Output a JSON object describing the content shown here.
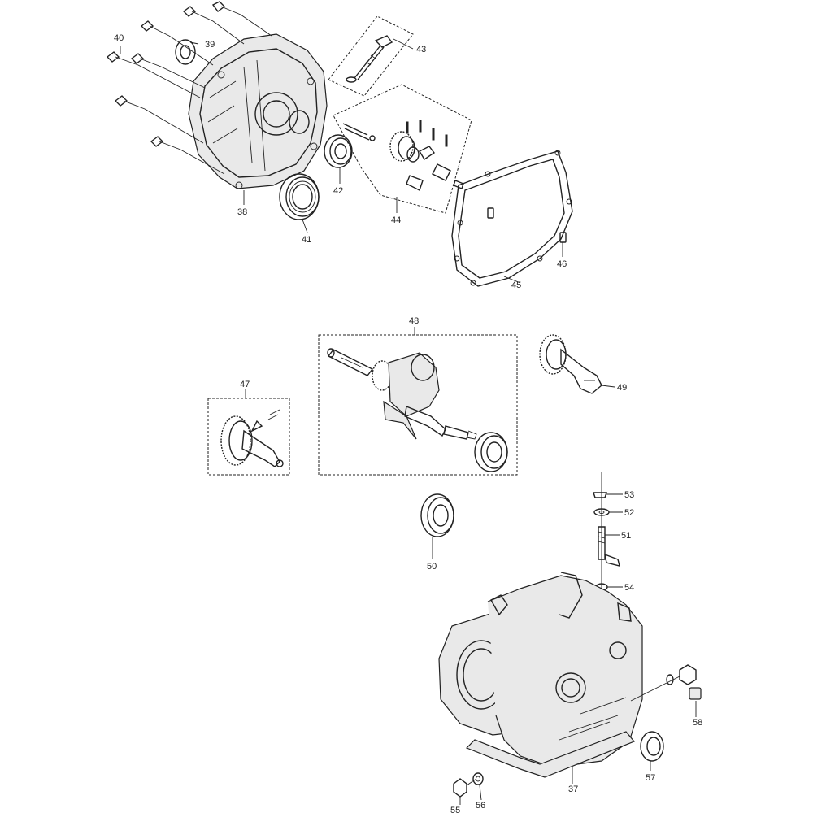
{
  "callouts": {
    "c37": "37",
    "c38": "38",
    "c39": "39",
    "c40": "40",
    "c41": "41",
    "c42": "42",
    "c43": "43",
    "c44": "44",
    "c45": "45",
    "c46": "46",
    "c47": "47",
    "c48": "48",
    "c49": "49",
    "c50": "50",
    "c51": "51",
    "c52": "52",
    "c53": "53",
    "c54": "54",
    "c55": "55",
    "c56": "56",
    "c57": "57",
    "c58": "58"
  }
}
